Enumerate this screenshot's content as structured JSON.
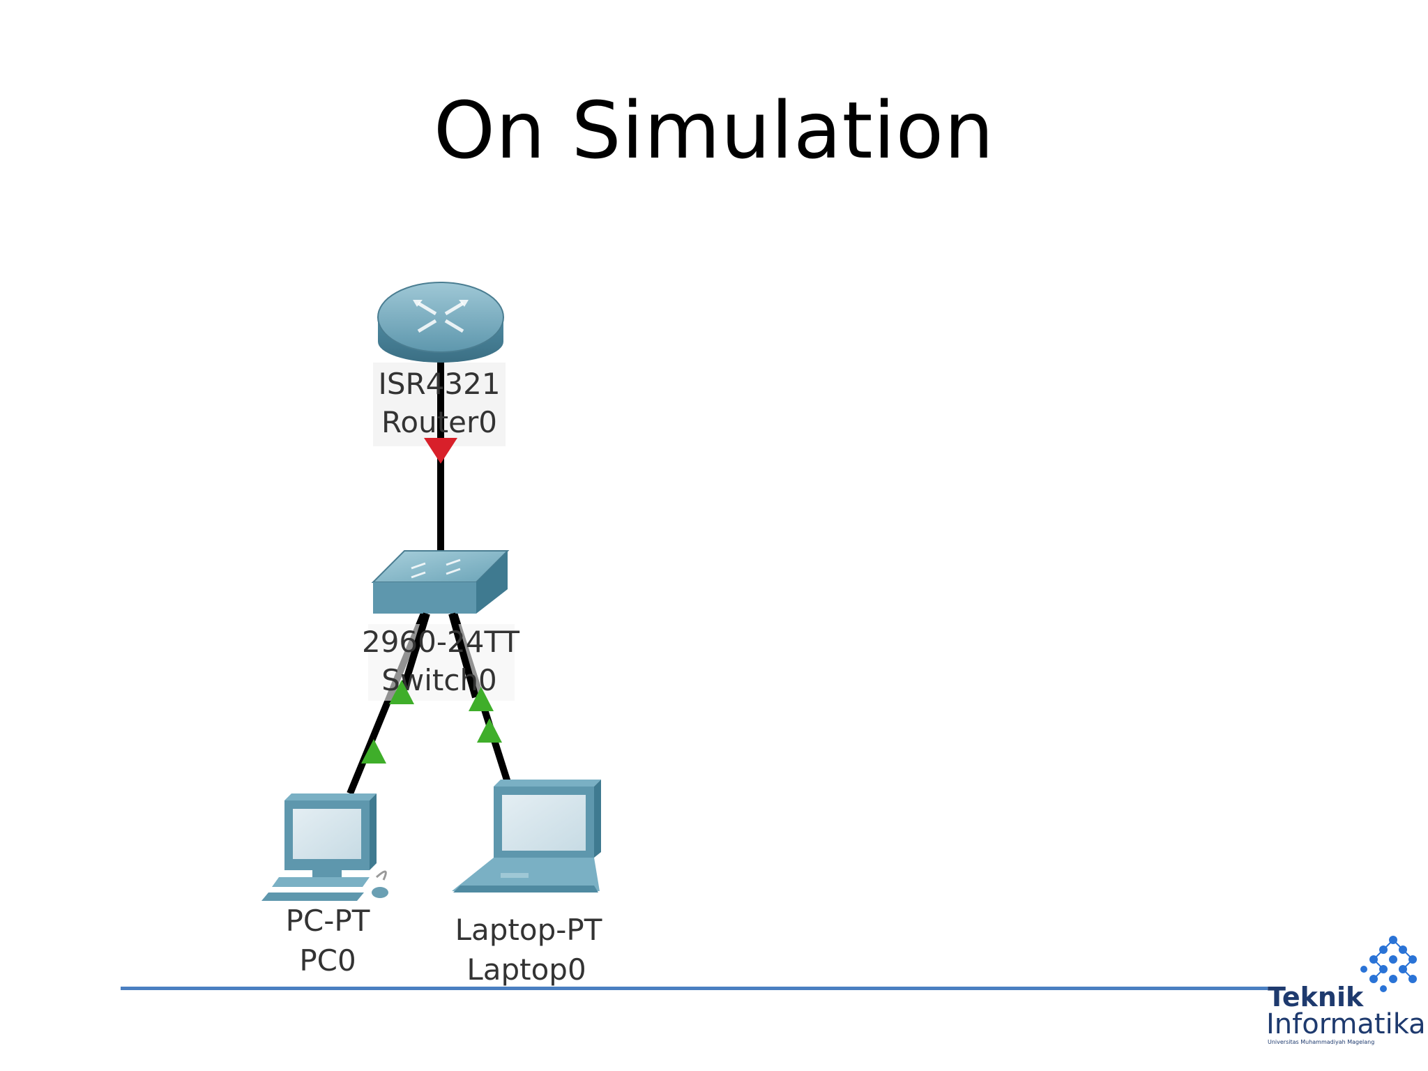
{
  "slide": {
    "title": "On Simulation"
  },
  "devices": {
    "router": {
      "model": "ISR4321",
      "name": "Router0"
    },
    "switch": {
      "model": "2960-24TT",
      "name": "Switch0"
    },
    "pc": {
      "model": "PC-PT",
      "name": "PC0"
    },
    "laptop": {
      "model": "Laptop-PT",
      "name": "Laptop0"
    }
  },
  "links": [
    {
      "from": "Router0",
      "to": "Switch0",
      "status": "down"
    },
    {
      "from": "Switch0",
      "to": "PC0",
      "status": "up"
    },
    {
      "from": "Switch0",
      "to": "Laptop0",
      "status": "up"
    }
  ],
  "colors": {
    "link_up": "#3fae2a",
    "link_down": "#d8202a",
    "cable": "#000000",
    "device_body": "#5e97ad",
    "divider": "#4a7fc1",
    "logo": "#1e3a6e",
    "logo_dots": "#2a73d6"
  },
  "logo": {
    "line1": "Teknik",
    "line2": "Informatika",
    "line3": "Universitas Muhammadiyah Magelang"
  }
}
